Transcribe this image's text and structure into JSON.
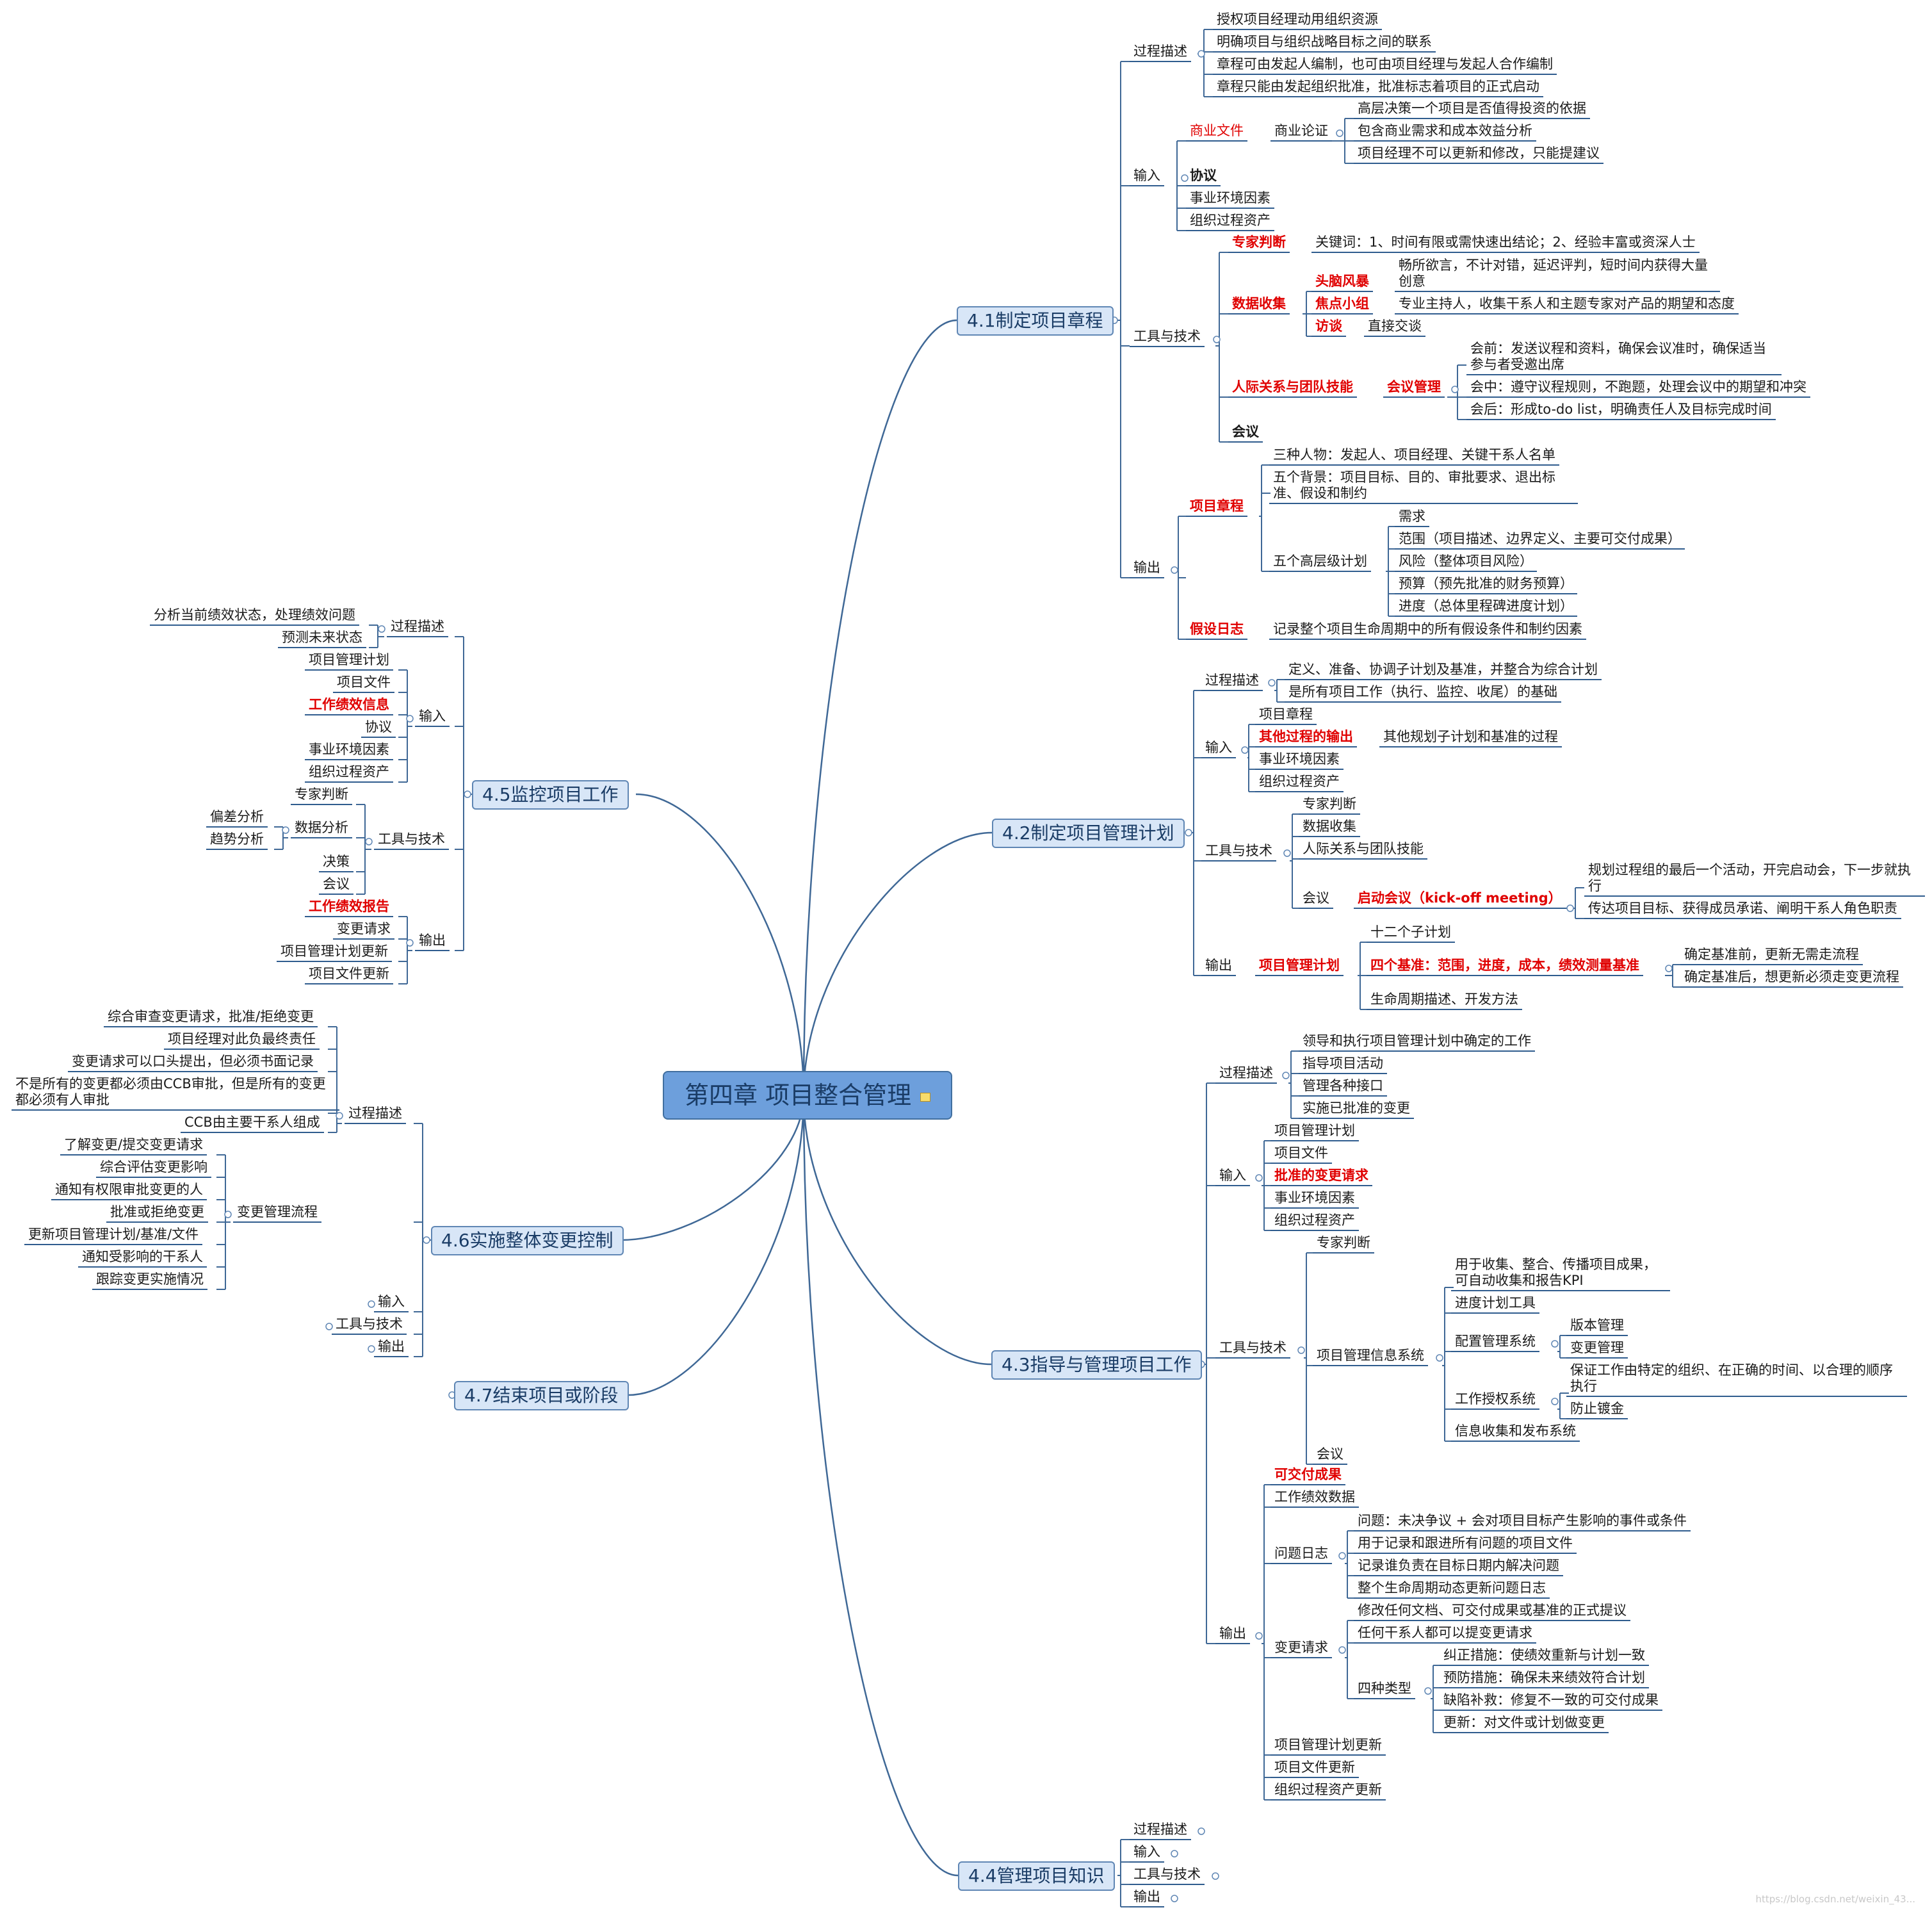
{
  "central": "第四章  项目整合管理",
  "watermark": "https://blog.csdn.net/weixin_43...",
  "branches": [
    {
      "key": "b41",
      "label": "4.1制定项目章程"
    },
    {
      "key": "b42",
      "label": "4.2制定项目管理计划"
    },
    {
      "key": "b43",
      "label": "4.3指导与管理项目工作"
    },
    {
      "key": "b44",
      "label": "4.4管理项目知识"
    },
    {
      "key": "b45",
      "label": "4.5监控项目工作"
    },
    {
      "key": "b46",
      "label": "4.6实施整体变更控制"
    },
    {
      "key": "b47",
      "label": "4.7结束项目或阶段"
    }
  ],
  "nodes": {
    "b41": {
      "process": "过程描述",
      "process_items": [
        "授权项目经理动用组织资源",
        "明确项目与组织战略目标之间的联系",
        "章程可由发起人编制，也可由项目经理与发起人合作编制",
        "章程只能由发起组织批准，批准标志着项目的正式启动"
      ],
      "input": "输入",
      "business_doc": "商业文件",
      "business_case": "商业论证",
      "business_case_items": [
        "高层决策一个项目是否值得投资的依据",
        "包含商业需求和成本效益分析",
        "项目经理不可以更新和修改，只能提建议"
      ],
      "input_items": [
        "协议",
        "事业环境因素",
        "组织过程资产"
      ],
      "tools": "工具与技术",
      "expert": "专家判断",
      "expert_note": "关键词：1、时间有限或需快速出结论；2、经验丰富或资深人士",
      "data_collection": "数据收集",
      "brainstorm": "头脑风暴",
      "brainstorm_note": "畅所欲言，不计对错，延迟评判，短时间内获得大量创意",
      "focus_group": "焦点小组",
      "focus_group_note": "专业主持人，收集干系人和主题专家对产品的期望和态度",
      "interview": "访谈",
      "interview_note": "直接交谈",
      "interpersonal": "人际关系与团队技能",
      "meeting_mgmt": "会议管理",
      "meeting_mgmt_items": [
        "会前：发送议程和资料，确保会议准时，确保适当参与者受邀出席",
        "会中：遵守议程规则，不跑题，处理会议中的期望和冲突",
        "会后：形成to-do list，明确责任人及目标完成时间"
      ],
      "meeting": "会议",
      "output": "输出",
      "charter": "项目章程",
      "charter_items": [
        "三种人物：发起人、项目经理、关键干系人名单",
        "五个背景：项目目标、目的、审批要求、退出标准、假设和制约"
      ],
      "five_plans": "五个高层级计划",
      "five_plans_items": [
        "需求",
        "范围（项目描述、边界定义、主要可交付成果）",
        "风险（整体项目风险）",
        "预算（预先批准的财务预算）",
        "进度（总体里程碑进度计划）"
      ],
      "assumption_log": "假设日志",
      "assumption_note": "记录整个项目生命周期中的所有假设条件和制约因素"
    },
    "b42": {
      "process": "过程描述",
      "process_items": [
        "定义、准备、协调子计划及基准，并整合为综合计划",
        "是所有项目工作（执行、监控、收尾）的基础"
      ],
      "input": "输入",
      "input_items": [
        "项目章程",
        "其他过程的输出",
        "事业环境因素",
        "组织过程资产"
      ],
      "other_output_note": "其他规划子计划和基准的过程",
      "tools": "工具与技术",
      "tools_items": [
        "专家判断",
        "数据收集",
        "人际关系与团队技能"
      ],
      "meeting": "会议",
      "kickoff": "启动会议（kick-off meeting）",
      "kickoff_items": [
        "规划过程组的最后一个活动，开完启动会，下一步就执行",
        "传达项目目标、获得成员承诺、阐明干系人角色职责"
      ],
      "output": "输出",
      "pmp": "项目管理计划",
      "pmp_items": [
        "十二个子计划",
        "四个基准：范围，进度，成本，绩效测量基准",
        "生命周期描述、开发方法"
      ],
      "baseline_items": [
        "确定基准前，更新无需走流程",
        "确定基准后，想更新必须走变更流程"
      ]
    },
    "b43": {
      "process": "过程描述",
      "process_items": [
        "领导和执行项目管理计划中确定的工作",
        "指导项目活动",
        "管理各种接口",
        "实施已批准的变更"
      ],
      "input": "输入",
      "input_items": [
        "项目管理计划",
        "项目文件",
        "批准的变更请求",
        "事业环境因素",
        "组织过程资产"
      ],
      "tools": "工具与技术",
      "expert": "专家判断",
      "pmis": "项目管理信息系统",
      "pmis_purpose": "用于收集、整合、传播项目成果，可自动收集和报告KPI",
      "schedule_tool": "进度计划工具",
      "config": "配置管理系统",
      "config_items": [
        "版本管理",
        "变更管理"
      ],
      "auth": "工作授权系统",
      "auth_items": [
        "保证工作由特定的组织、在正确的时间、以合理的顺序执行",
        "防止镀金"
      ],
      "info_system": "信息收集和发布系统",
      "meeting": "会议",
      "output": "输出",
      "deliverables": "可交付成果",
      "work_data": "工作绩效数据",
      "issue_log": "问题日志",
      "issue_items": [
        "问题：未决争议 + 会对项目目标产生影响的事件或条件",
        "用于记录和跟进所有问题的项目文件",
        "记录谁负责在目标日期内解决问题",
        "整个生命周期动态更新问题日志"
      ],
      "change_request": "变更请求",
      "change_items": [
        "修改任何文档、可交付成果或基准的正式提议",
        "任何干系人都可以提变更请求"
      ],
      "four_types": "四种类型",
      "four_types_items": [
        "纠正措施：使绩效重新与计划一致",
        "预防措施：确保未来绩效符合计划",
        "缺陷补救：修复不一致的可交付成果",
        "更新：对文件或计划做变更"
      ],
      "output_items": [
        "项目管理计划更新",
        "项目文件更新",
        "组织过程资产更新"
      ]
    },
    "b44": {
      "items": [
        "过程描述",
        "输入",
        "工具与技术",
        "输出"
      ]
    },
    "b45": {
      "process": "过程描述",
      "process_items": [
        "分析当前绩效状态，处理绩效问题",
        "预测未来状态"
      ],
      "input": "输入",
      "input_items": [
        "项目管理计划",
        "项目文件",
        "工作绩效信息",
        "协议",
        "事业环境因素",
        "组织过程资产"
      ],
      "tools": "工具与技术",
      "expert": "专家判断",
      "data_analysis": "数据分析",
      "data_analysis_items": [
        "偏差分析",
        "趋势分析"
      ],
      "decision": "决策",
      "meeting": "会议",
      "output": "输出",
      "output_items": [
        "工作绩效报告",
        "变更请求",
        "项目管理计划更新",
        "项目文件更新"
      ]
    },
    "b46": {
      "process": "过程描述",
      "process_items": [
        "综合审查变更请求，批准/拒绝变更",
        "项目经理对此负最终责任",
        "变更请求可以口头提出，但必须书面记录",
        "不是所有的变更都必须由CCB审批，但是所有的变更都必须有人审批",
        "CCB由主要干系人组成"
      ],
      "flow": "变更管理流程",
      "flow_items": [
        "了解变更/提交变更请求",
        "综合评估变更影响",
        "通知有权限审批变更的人",
        "批准或拒绝变更",
        "更新项目管理计划/基准/文件",
        "通知受影响的干系人",
        "跟踪变更实施情况"
      ],
      "input": "输入",
      "tools": "工具与技术",
      "output": "输出"
    }
  }
}
